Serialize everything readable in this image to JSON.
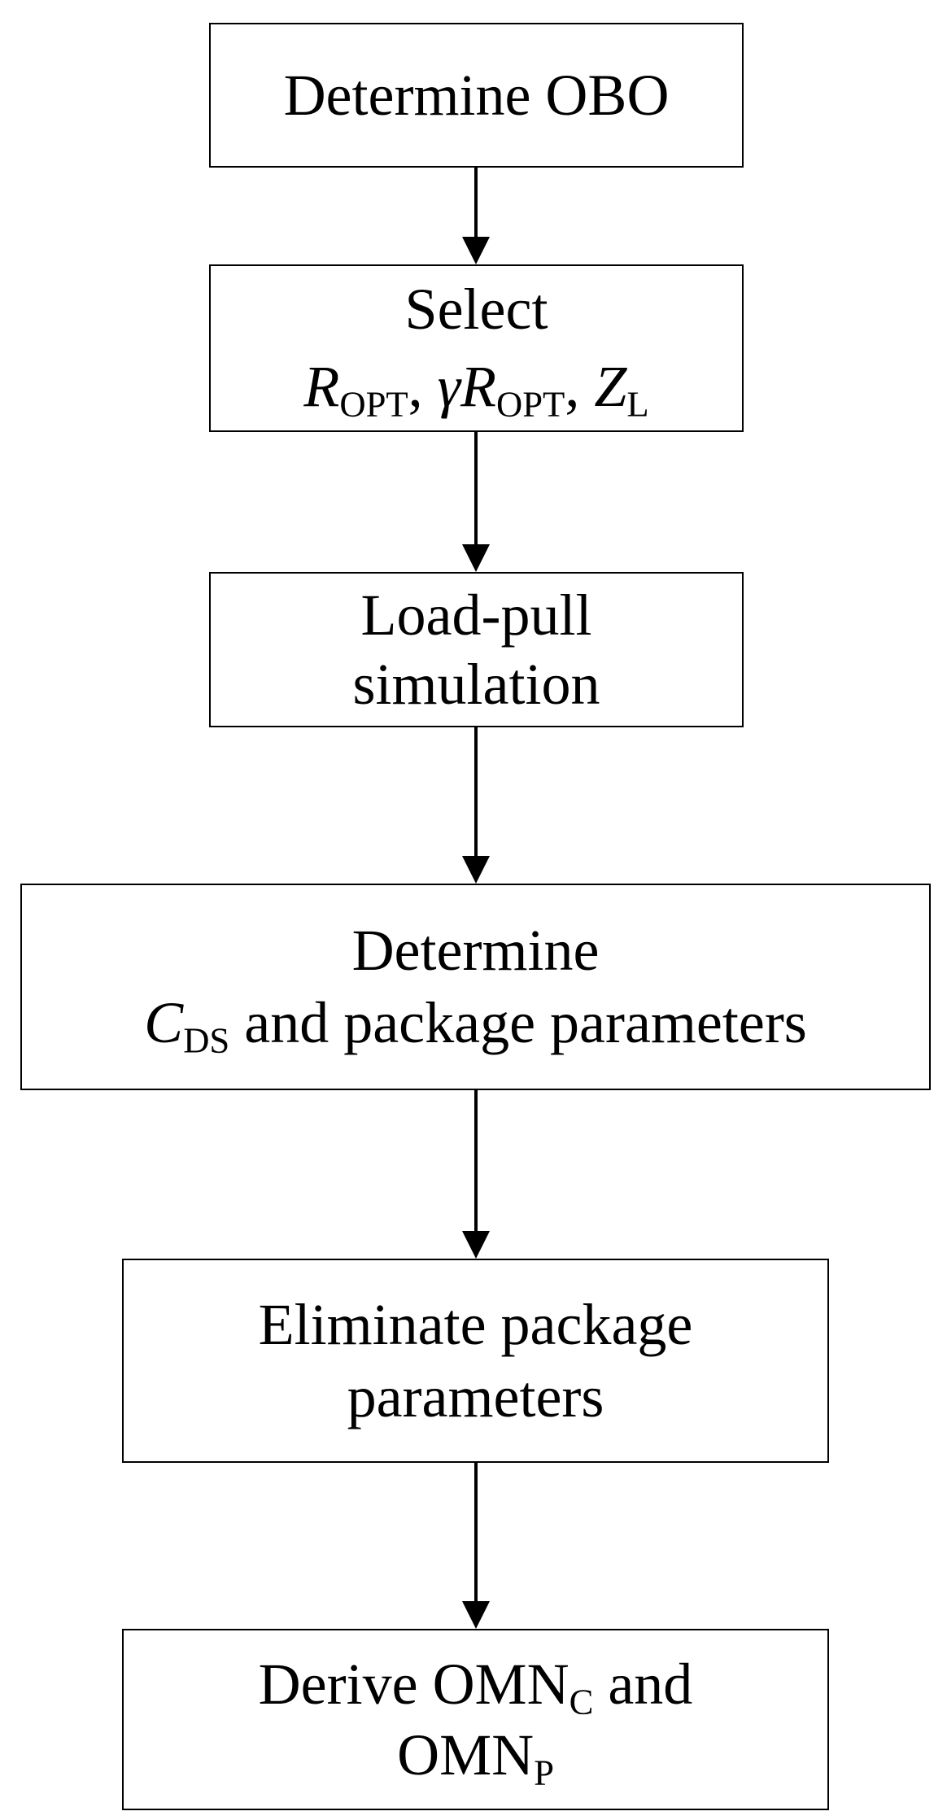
{
  "steps": [
    {
      "text": "Determine OBO"
    },
    {
      "line1": "Select",
      "r_opt_sym": "R",
      "r_opt_sub": "OPT",
      "sep1": ", ",
      "gamma": "γ",
      "r_opt2_sym": "R",
      "r_opt2_sub": "OPT",
      "sep2": ", ",
      "zl_sym": "Z",
      "zl_sub": "L"
    },
    {
      "line1": "Load-pull",
      "line2": "simulation"
    },
    {
      "line1": "Determine",
      "cds_sym": "C",
      "cds_sub": "DS",
      "line2_rest": " and package parameters"
    },
    {
      "line1": "Eliminate package",
      "line2": "parameters"
    },
    {
      "line1_prefix": "Derive ",
      "omnc_base": "OMN",
      "omnc_sub": "C",
      "line1_suffix": " and",
      "omnp_base": "OMN",
      "omnp_sub": "P"
    }
  ]
}
